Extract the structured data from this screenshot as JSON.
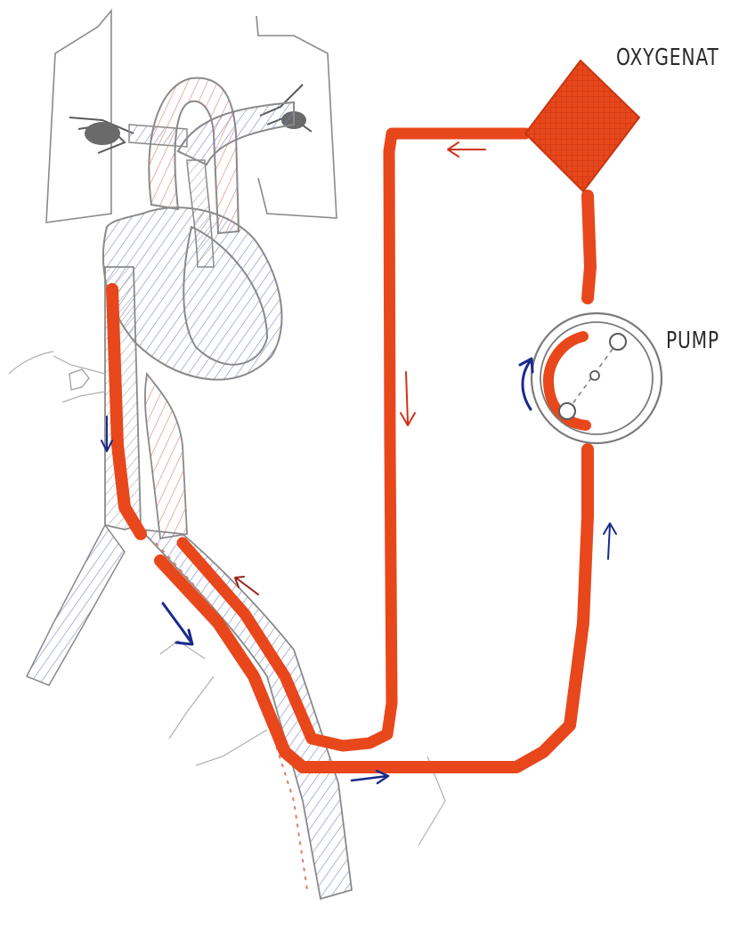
{
  "labels": {
    "oxygenator": "OXYGENAT",
    "pump": "PUMP"
  },
  "colors": {
    "circuit": "#e8471c",
    "oxygenated_arrow": "#d0321c",
    "venous_arrow": "#1a2a8c",
    "pencil": "#8a8a8a",
    "pencil_dark": "#5a5a5a",
    "hatch_red": "#d98070",
    "hatch_blue": "#7d86c4"
  },
  "components": [
    "lungs",
    "heart",
    "aorta",
    "vena-cava",
    "femoral-cannulae",
    "oxygenator",
    "roller-pump"
  ]
}
